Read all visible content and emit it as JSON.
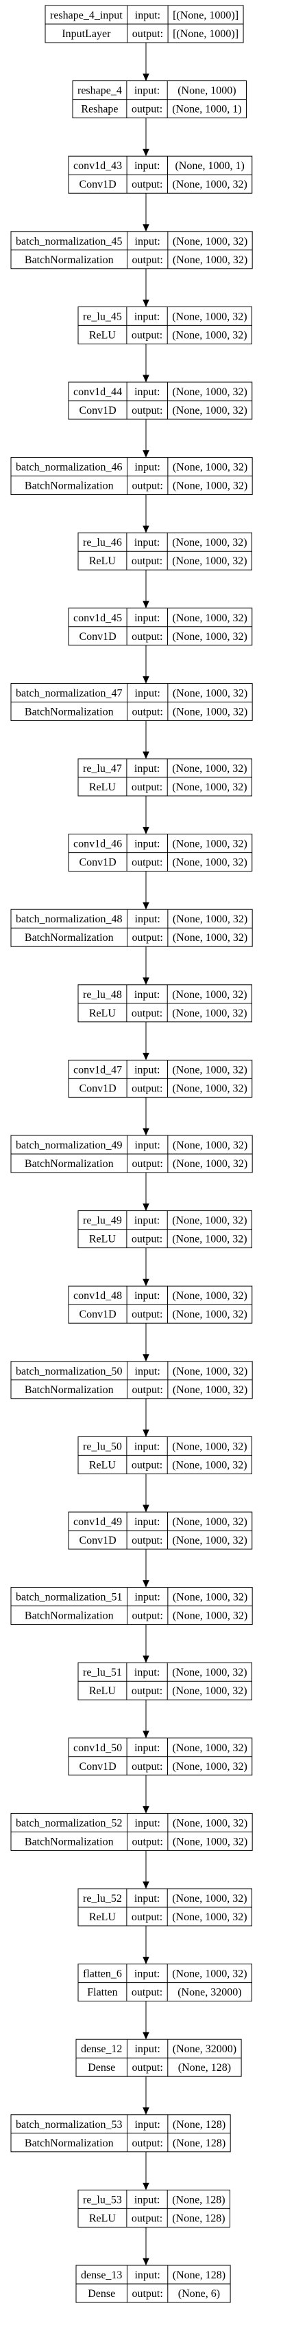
{
  "title": "",
  "layers": [
    {
      "name": "reshape_4_input",
      "type": "InputLayer",
      "input": "[(None, 1000)]",
      "output": "[(None, 1000)]"
    },
    {
      "name": "reshape_4",
      "type": "Reshape",
      "input": "(None, 1000)",
      "output": "(None, 1000, 1)"
    },
    {
      "name": "conv1d_43",
      "type": "Conv1D",
      "input": "(None, 1000, 1)",
      "output": "(None, 1000, 32)"
    },
    {
      "name": "batch_normalization_45",
      "type": "BatchNormalization",
      "input": "(None, 1000, 32)",
      "output": "(None, 1000, 32)"
    },
    {
      "name": "re_lu_45",
      "type": "ReLU",
      "input": "(None, 1000, 32)",
      "output": "(None, 1000, 32)"
    },
    {
      "name": "conv1d_44",
      "type": "Conv1D",
      "input": "(None, 1000, 32)",
      "output": "(None, 1000, 32)"
    },
    {
      "name": "batch_normalization_46",
      "type": "BatchNormalization",
      "input": "(None, 1000, 32)",
      "output": "(None, 1000, 32)"
    },
    {
      "name": "re_lu_46",
      "type": "ReLU",
      "input": "(None, 1000, 32)",
      "output": "(None, 1000, 32)"
    },
    {
      "name": "conv1d_45",
      "type": "Conv1D",
      "input": "(None, 1000, 32)",
      "output": "(None, 1000, 32)"
    },
    {
      "name": "batch_normalization_47",
      "type": "BatchNormalization",
      "input": "(None, 1000, 32)",
      "output": "(None, 1000, 32)"
    },
    {
      "name": "re_lu_47",
      "type": "ReLU",
      "input": "(None, 1000, 32)",
      "output": "(None, 1000, 32)"
    },
    {
      "name": "conv1d_46",
      "type": "Conv1D",
      "input": "(None, 1000, 32)",
      "output": "(None, 1000, 32)"
    },
    {
      "name": "batch_normalization_48",
      "type": "BatchNormalization",
      "input": "(None, 1000, 32)",
      "output": "(None, 1000, 32)"
    },
    {
      "name": "re_lu_48",
      "type": "ReLU",
      "input": "(None, 1000, 32)",
      "output": "(None, 1000, 32)"
    },
    {
      "name": "conv1d_47",
      "type": "Conv1D",
      "input": "(None, 1000, 32)",
      "output": "(None, 1000, 32)"
    },
    {
      "name": "batch_normalization_49",
      "type": "BatchNormalization",
      "input": "(None, 1000, 32)",
      "output": "(None, 1000, 32)"
    },
    {
      "name": "re_lu_49",
      "type": "ReLU",
      "input": "(None, 1000, 32)",
      "output": "(None, 1000, 32)"
    },
    {
      "name": "conv1d_48",
      "type": "Conv1D",
      "input": "(None, 1000, 32)",
      "output": "(None, 1000, 32)"
    },
    {
      "name": "batch_normalization_50",
      "type": "BatchNormalization",
      "input": "(None, 1000, 32)",
      "output": "(None, 1000, 32)"
    },
    {
      "name": "re_lu_50",
      "type": "ReLU",
      "input": "(None, 1000, 32)",
      "output": "(None, 1000, 32)"
    },
    {
      "name": "conv1d_49",
      "type": "Conv1D",
      "input": "(None, 1000, 32)",
      "output": "(None, 1000, 32)"
    },
    {
      "name": "batch_normalization_51",
      "type": "BatchNormalization",
      "input": "(None, 1000, 32)",
      "output": "(None, 1000, 32)"
    },
    {
      "name": "re_lu_51",
      "type": "ReLU",
      "input": "(None, 1000, 32)",
      "output": "(None, 1000, 32)"
    },
    {
      "name": "conv1d_50",
      "type": "Conv1D",
      "input": "(None, 1000, 32)",
      "output": "(None, 1000, 32)"
    },
    {
      "name": "batch_normalization_52",
      "type": "BatchNormalization",
      "input": "(None, 1000, 32)",
      "output": "(None, 1000, 32)"
    },
    {
      "name": "re_lu_52",
      "type": "ReLU",
      "input": "(None, 1000, 32)",
      "output": "(None, 1000, 32)"
    },
    {
      "name": "flatten_6",
      "type": "Flatten",
      "input": "(None, 1000, 32)",
      "output": "(None, 32000)"
    },
    {
      "name": "dense_12",
      "type": "Dense",
      "input": "(None, 32000)",
      "output": "(None, 128)"
    },
    {
      "name": "batch_normalization_53",
      "type": "BatchNormalization",
      "input": "(None, 128)",
      "output": "(None, 128)"
    },
    {
      "name": "re_lu_53",
      "type": "ReLU",
      "input": "(None, 128)",
      "output": "(None, 128)"
    },
    {
      "name": "dense_13",
      "type": "Dense",
      "input": "(None, 128)",
      "output": "(None, 6)"
    }
  ],
  "port_labels": {
    "input": "input:",
    "output": "output:"
  },
  "colors": {
    "stroke": "#000000",
    "background": "#ffffff"
  }
}
